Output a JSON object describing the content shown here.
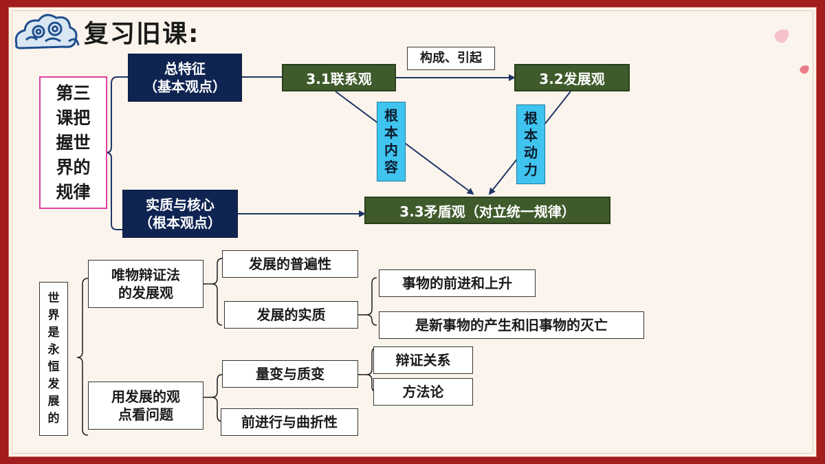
{
  "title": "复习旧课:",
  "top": {
    "root": "第三课把握世界的规律",
    "root_lines": [
      "第三",
      "课把",
      "握世",
      "界的",
      "规律"
    ],
    "feature_line1": "总特征",
    "feature_line2": "（基本观点）",
    "essence_line1": "实质与核心",
    "essence_line2": "（根本观点）",
    "view_connection": "3.1联系观",
    "view_development": "3.2发展观",
    "view_contradiction": "3.3矛盾观（对立统一规律）",
    "relation_label": "构成、引起",
    "content_chars": [
      "根",
      "本",
      "内",
      "容"
    ],
    "power_chars": [
      "根",
      "本",
      "动",
      "力"
    ]
  },
  "bottom": {
    "root_chars": [
      "世",
      "界",
      "是",
      "永",
      "恒",
      "发",
      "展",
      "的"
    ],
    "dialectic_line1": "唯物辩证法",
    "dialectic_line2": "的发展观",
    "method_line1": "用发展的观",
    "method_line2": "点看问题",
    "universality": "发展的普遍性",
    "essence": "发展的实质",
    "progress": "事物的前进和上升",
    "new_old": "是新事物的产生和旧事物的灭亡",
    "quantity_quality": "量变与质变",
    "dialectical_relation": "辩证关系",
    "methodology": "方法论",
    "forward_twist": "前进行与曲折性"
  },
  "colors": {
    "frame": "#a31d1d",
    "paper": "#fbf4ec",
    "navy": "#0f2451",
    "green": "#3f5b2c",
    "cyan": "#3fc4f0",
    "pink_border": "#e040a0"
  }
}
